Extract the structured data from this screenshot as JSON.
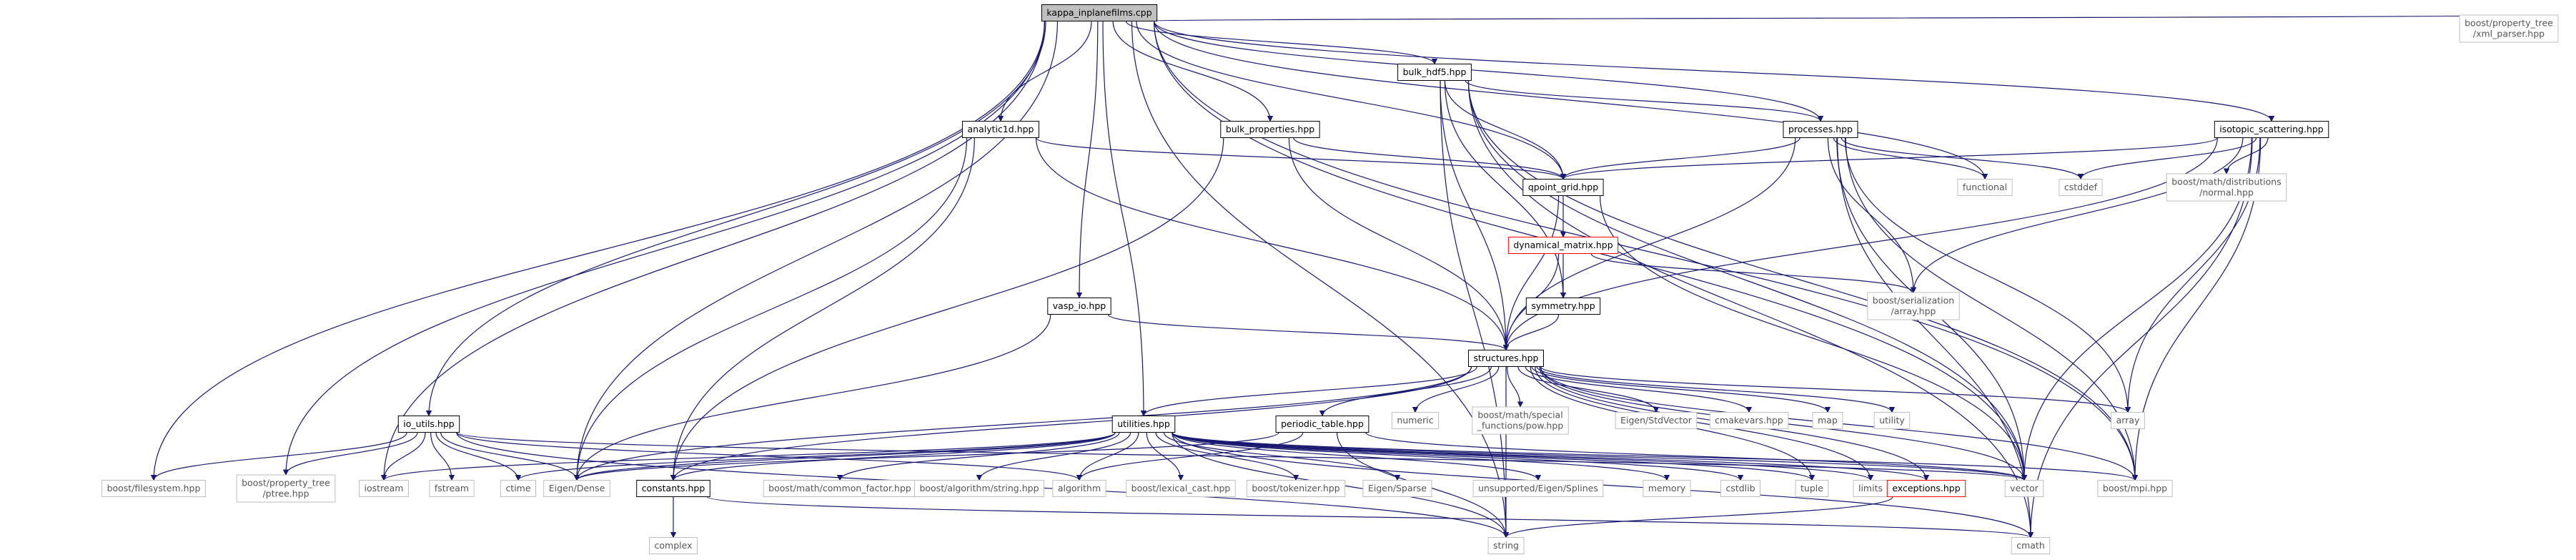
{
  "diagram": {
    "type": "include-dependency-graph",
    "colors": {
      "edge": "#191970",
      "root_fill": "#bfbfbf",
      "documented_border": "#000000",
      "external_border": "#bfbfbf",
      "undocumented_border": "#ff0000",
      "external_text": "#555555",
      "text": "#000000"
    },
    "nodes": [
      {
        "id": "kappa",
        "kind": "root",
        "lines": [
          "kappa_inplanefilms.cpp"
        ]
      },
      {
        "id": "bulk_hdf5",
        "kind": "documented",
        "lines": [
          "bulk_hdf5.hpp"
        ]
      },
      {
        "id": "xml_parser",
        "kind": "external",
        "lines": [
          "boost/property_tree",
          "/xml_parser.hpp"
        ]
      },
      {
        "id": "analytic1d",
        "kind": "documented",
        "lines": [
          "analytic1d.hpp"
        ]
      },
      {
        "id": "bulk_properties",
        "kind": "documented",
        "lines": [
          "bulk_properties.hpp"
        ]
      },
      {
        "id": "processes",
        "kind": "documented",
        "lines": [
          "processes.hpp"
        ]
      },
      {
        "id": "isotopic",
        "kind": "documented",
        "lines": [
          "isotopic_scattering.hpp"
        ]
      },
      {
        "id": "qpoint_grid",
        "kind": "documented",
        "lines": [
          "qpoint_grid.hpp"
        ]
      },
      {
        "id": "functional",
        "kind": "external",
        "lines": [
          "functional"
        ]
      },
      {
        "id": "cstddef",
        "kind": "external",
        "lines": [
          "cstddef"
        ]
      },
      {
        "id": "normal",
        "kind": "external",
        "lines": [
          "boost/math/distributions",
          "/normal.hpp"
        ]
      },
      {
        "id": "dynamical_matrix",
        "kind": "undocumented",
        "lines": [
          "dynamical_matrix.hpp"
        ]
      },
      {
        "id": "ser_array",
        "kind": "external",
        "lines": [
          "boost/serialization",
          "/array.hpp"
        ]
      },
      {
        "id": "symmetry",
        "kind": "documented",
        "lines": [
          "symmetry.hpp"
        ]
      },
      {
        "id": "vasp_io",
        "kind": "documented",
        "lines": [
          "vasp_io.hpp"
        ]
      },
      {
        "id": "structures",
        "kind": "documented",
        "lines": [
          "structures.hpp"
        ]
      },
      {
        "id": "array",
        "kind": "external",
        "lines": [
          "array"
        ]
      },
      {
        "id": "io_utils",
        "kind": "documented",
        "lines": [
          "io_utils.hpp"
        ]
      },
      {
        "id": "utilities",
        "kind": "documented",
        "lines": [
          "utilities.hpp"
        ]
      },
      {
        "id": "numeric",
        "kind": "external",
        "lines": [
          "numeric"
        ]
      },
      {
        "id": "special_fn",
        "kind": "external",
        "lines": [
          "boost/math/special",
          "_functions/pow.hpp"
        ]
      },
      {
        "id": "stdvector",
        "kind": "external",
        "lines": [
          "Eigen/StdVector"
        ]
      },
      {
        "id": "cmakevars",
        "kind": "external",
        "lines": [
          "cmakevars.hpp"
        ]
      },
      {
        "id": "map",
        "kind": "external",
        "lines": [
          "map"
        ]
      },
      {
        "id": "utility",
        "kind": "external",
        "lines": [
          "utility"
        ]
      },
      {
        "id": "periodic_table",
        "kind": "documented",
        "lines": [
          "periodic_table.hpp"
        ]
      },
      {
        "id": "filesystem",
        "kind": "external",
        "lines": [
          "boost/filesystem.hpp"
        ]
      },
      {
        "id": "ptree",
        "kind": "external",
        "lines": [
          "boost/property_tree",
          "/ptree.hpp"
        ]
      },
      {
        "id": "iostream",
        "kind": "external",
        "lines": [
          "iostream"
        ]
      },
      {
        "id": "fstream",
        "kind": "external",
        "lines": [
          "fstream"
        ]
      },
      {
        "id": "ctime",
        "kind": "external",
        "lines": [
          "ctime"
        ]
      },
      {
        "id": "eigen_dense",
        "kind": "external",
        "lines": [
          "Eigen/Dense"
        ]
      },
      {
        "id": "constants",
        "kind": "documented",
        "lines": [
          "constants.hpp"
        ]
      },
      {
        "id": "algorithm",
        "kind": "external",
        "lines": [
          "algorithm"
        ]
      },
      {
        "id": "common_factor",
        "kind": "external",
        "lines": [
          "boost/math/common_factor.hpp"
        ]
      },
      {
        "id": "alg_string",
        "kind": "external",
        "lines": [
          "boost/algorithm/string.hpp"
        ]
      },
      {
        "id": "lexical_cast",
        "kind": "external",
        "lines": [
          "boost/lexical_cast.hpp"
        ]
      },
      {
        "id": "tokenizer",
        "kind": "external",
        "lines": [
          "boost/tokenizer.hpp"
        ]
      },
      {
        "id": "eigen_sparse",
        "kind": "external",
        "lines": [
          "Eigen/Sparse"
        ]
      },
      {
        "id": "splines",
        "kind": "external",
        "lines": [
          "unsupported/Eigen/Splines"
        ]
      },
      {
        "id": "memory",
        "kind": "external",
        "lines": [
          "memory"
        ]
      },
      {
        "id": "cstdlib",
        "kind": "external",
        "lines": [
          "cstdlib"
        ]
      },
      {
        "id": "tuple",
        "kind": "external",
        "lines": [
          "tuple"
        ]
      },
      {
        "id": "limits",
        "kind": "external",
        "lines": [
          "limits"
        ]
      },
      {
        "id": "exceptions",
        "kind": "undocumented",
        "lines": [
          "exceptions.hpp"
        ]
      },
      {
        "id": "vector",
        "kind": "external",
        "lines": [
          "vector"
        ]
      },
      {
        "id": "mpi",
        "kind": "external",
        "lines": [
          "boost/mpi.hpp"
        ]
      },
      {
        "id": "complex",
        "kind": "external",
        "lines": [
          "complex"
        ]
      },
      {
        "id": "string",
        "kind": "external",
        "lines": [
          "string"
        ]
      },
      {
        "id": "cmath",
        "kind": "external",
        "lines": [
          "cmath"
        ]
      }
    ],
    "edges": [
      [
        "kappa",
        "bulk_hdf5"
      ],
      [
        "kappa",
        "xml_parser"
      ],
      [
        "kappa",
        "analytic1d"
      ],
      [
        "kappa",
        "bulk_properties"
      ],
      [
        "kappa",
        "processes"
      ],
      [
        "kappa",
        "isotopic"
      ],
      [
        "kappa",
        "qpoint_grid"
      ],
      [
        "kappa",
        "functional"
      ],
      [
        "kappa",
        "vasp_io"
      ],
      [
        "kappa",
        "io_utils"
      ],
      [
        "kappa",
        "utilities"
      ],
      [
        "kappa",
        "filesystem"
      ],
      [
        "kappa",
        "ptree"
      ],
      [
        "kappa",
        "iostream"
      ],
      [
        "kappa",
        "eigen_dense"
      ],
      [
        "kappa",
        "vector"
      ],
      [
        "kappa",
        "mpi"
      ],
      [
        "kappa",
        "string"
      ],
      [
        "bulk_hdf5",
        "processes"
      ],
      [
        "bulk_hdf5",
        "qpoint_grid"
      ],
      [
        "bulk_hdf5",
        "symmetry"
      ],
      [
        "bulk_hdf5",
        "structures"
      ],
      [
        "bulk_hdf5",
        "vector"
      ],
      [
        "bulk_hdf5",
        "mpi"
      ],
      [
        "bulk_hdf5",
        "string"
      ],
      [
        "bulk_hdf5",
        "cmath"
      ],
      [
        "analytic1d",
        "qpoint_grid"
      ],
      [
        "analytic1d",
        "structures"
      ],
      [
        "analytic1d",
        "eigen_dense"
      ],
      [
        "analytic1d",
        "constants"
      ],
      [
        "bulk_properties",
        "qpoint_grid"
      ],
      [
        "bulk_properties",
        "structures"
      ],
      [
        "bulk_properties",
        "constants"
      ],
      [
        "processes",
        "qpoint_grid"
      ],
      [
        "processes",
        "structures"
      ],
      [
        "processes",
        "functional"
      ],
      [
        "processes",
        "cstddef"
      ],
      [
        "processes",
        "ser_array"
      ],
      [
        "processes",
        "array"
      ],
      [
        "processes",
        "vector"
      ],
      [
        "processes",
        "mpi"
      ],
      [
        "processes",
        "cmath"
      ],
      [
        "isotopic",
        "qpoint_grid"
      ],
      [
        "isotopic",
        "structures"
      ],
      [
        "isotopic",
        "cstddef"
      ],
      [
        "isotopic",
        "normal"
      ],
      [
        "isotopic",
        "ser_array"
      ],
      [
        "isotopic",
        "array"
      ],
      [
        "isotopic",
        "vector"
      ],
      [
        "isotopic",
        "mpi"
      ],
      [
        "isotopic",
        "cmath"
      ],
      [
        "qpoint_grid",
        "dynamical_matrix"
      ],
      [
        "qpoint_grid",
        "structures"
      ],
      [
        "qpoint_grid",
        "vector"
      ],
      [
        "dynamical_matrix",
        "symmetry"
      ],
      [
        "dynamical_matrix",
        "structures"
      ],
      [
        "dynamical_matrix",
        "ser_array"
      ],
      [
        "symmetry",
        "structures"
      ],
      [
        "vasp_io",
        "structures"
      ],
      [
        "vasp_io",
        "eigen_dense"
      ],
      [
        "structures",
        "utilities"
      ],
      [
        "structures",
        "numeric"
      ],
      [
        "structures",
        "special_fn"
      ],
      [
        "structures",
        "stdvector"
      ],
      [
        "structures",
        "cmakevars"
      ],
      [
        "structures",
        "map"
      ],
      [
        "structures",
        "utility"
      ],
      [
        "structures",
        "array"
      ],
      [
        "structures",
        "periodic_table"
      ],
      [
        "structures",
        "eigen_dense"
      ],
      [
        "structures",
        "constants"
      ],
      [
        "structures",
        "vector"
      ],
      [
        "structures",
        "mpi"
      ],
      [
        "structures",
        "exceptions"
      ],
      [
        "structures",
        "string"
      ],
      [
        "structures",
        "tuple"
      ],
      [
        "structures",
        "limits"
      ],
      [
        "io_utils",
        "filesystem"
      ],
      [
        "io_utils",
        "ptree"
      ],
      [
        "io_utils",
        "iostream"
      ],
      [
        "io_utils",
        "fstream"
      ],
      [
        "io_utils",
        "ctime"
      ],
      [
        "io_utils",
        "eigen_dense"
      ],
      [
        "io_utils",
        "algorithm"
      ],
      [
        "io_utils",
        "string"
      ],
      [
        "io_utils",
        "vector"
      ],
      [
        "utilities",
        "iostream"
      ],
      [
        "utilities",
        "ctime"
      ],
      [
        "utilities",
        "eigen_dense"
      ],
      [
        "utilities",
        "constants"
      ],
      [
        "utilities",
        "algorithm"
      ],
      [
        "utilities",
        "common_factor"
      ],
      [
        "utilities",
        "alg_string"
      ],
      [
        "utilities",
        "lexical_cast"
      ],
      [
        "utilities",
        "tokenizer"
      ],
      [
        "utilities",
        "eigen_sparse"
      ],
      [
        "utilities",
        "splines"
      ],
      [
        "utilities",
        "memory"
      ],
      [
        "utilities",
        "cstdlib"
      ],
      [
        "utilities",
        "tuple"
      ],
      [
        "utilities",
        "limits"
      ],
      [
        "utilities",
        "exceptions"
      ],
      [
        "utilities",
        "vector"
      ],
      [
        "utilities",
        "mpi"
      ],
      [
        "utilities",
        "string"
      ],
      [
        "utilities",
        "cmath"
      ],
      [
        "periodic_table",
        "algorithm"
      ],
      [
        "periodic_table",
        "vector"
      ],
      [
        "periodic_table",
        "string"
      ],
      [
        "periodic_table",
        "eigen_dense"
      ],
      [
        "constants",
        "complex"
      ],
      [
        "constants",
        "cmath"
      ],
      [
        "exceptions",
        "string"
      ]
    ]
  }
}
